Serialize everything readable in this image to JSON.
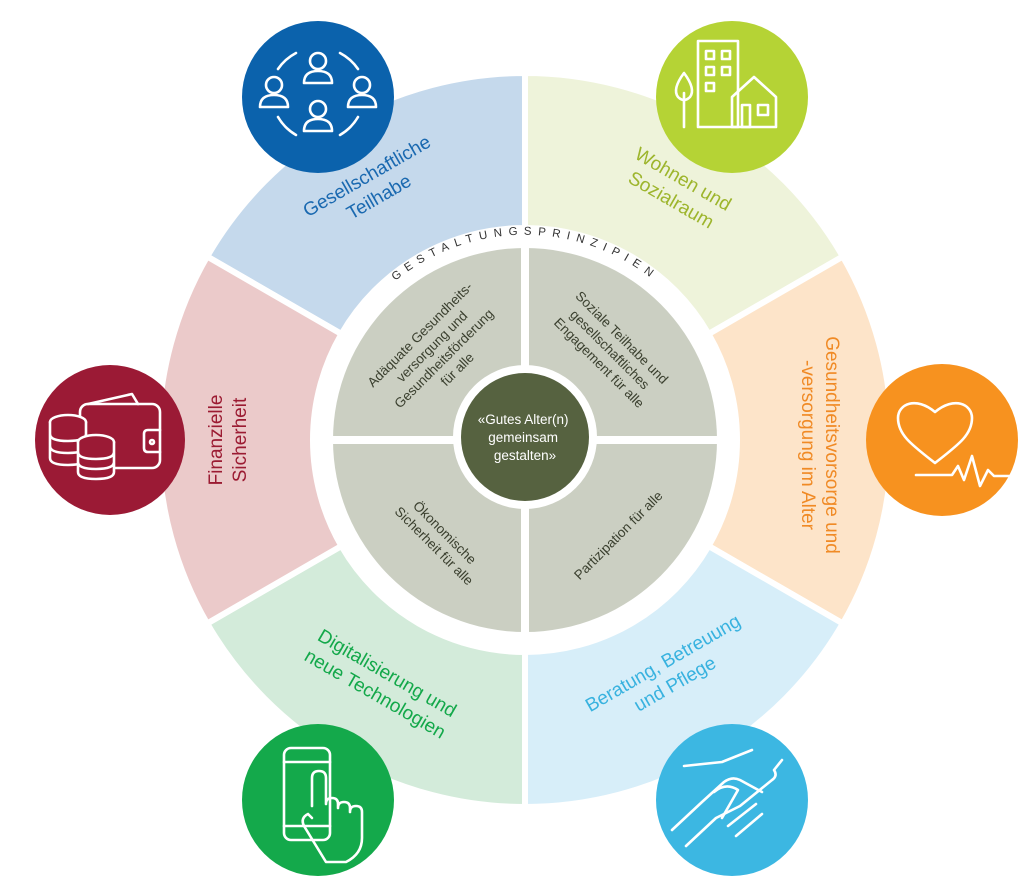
{
  "colors": {
    "inner_gray": "#cbcfc2",
    "center_dark": "#566240",
    "segments": [
      {
        "light": "#c5d9ec",
        "strong": "#0b62ac"
      },
      {
        "light": "#eef3da",
        "strong": "#b5d335"
      },
      {
        "light": "#fde4c9",
        "strong": "#f7921f"
      },
      {
        "light": "#d7eef9",
        "strong": "#3cb7e2"
      },
      {
        "light": "#d3ebda",
        "strong": "#14a94b"
      },
      {
        "light": "#ebcaca",
        "strong": "#9b1a35"
      }
    ]
  },
  "center": {
    "line1": "«Gutes Alter(n)",
    "line2": "gemeinsam",
    "line3": "gestalten»"
  },
  "principles_title": "GESTALTUNGSPRINZIPIEN",
  "principles": [
    {
      "lines": [
        "Adäquate Gesundheits-",
        "versorgung und",
        "Gesundheitsförderung",
        "für alle"
      ]
    },
    {
      "lines": [
        "Soziale Teilhabe und",
        "gesellschaftliches",
        "Engagement für alle"
      ]
    },
    {
      "lines": [
        "Ökonomische",
        "Sicherheit für alle"
      ]
    },
    {
      "lines": [
        "Partizipation für alle"
      ]
    }
  ],
  "segments": [
    {
      "lines": [
        "Gesellschaftliche",
        "Teilhabe"
      ],
      "icon": "people-circle-icon",
      "text_color": "#1a69b0"
    },
    {
      "lines": [
        "Wohnen und",
        "Sozialraum"
      ],
      "icon": "buildings-house-icon",
      "text_color": "#9db52c"
    },
    {
      "lines": [
        "Gesundheitsvorsorge und",
        "-versorgung im Alter"
      ],
      "icon": "heart-pulse-icon",
      "text_color": "#f08a25"
    },
    {
      "lines": [
        "Beratung, Betreuung",
        "und Pflege"
      ],
      "icon": "helping-hands-icon",
      "text_color": "#38b2df"
    },
    {
      "lines": [
        "Digitalisierung und",
        "neue Technologien"
      ],
      "icon": "smartphone-touch-icon",
      "text_color": "#13a84a"
    },
    {
      "lines": [
        "Finanzielle",
        "Sicherheit"
      ],
      "icon": "wallet-coins-icon",
      "text_color": "#9b1b32"
    }
  ]
}
